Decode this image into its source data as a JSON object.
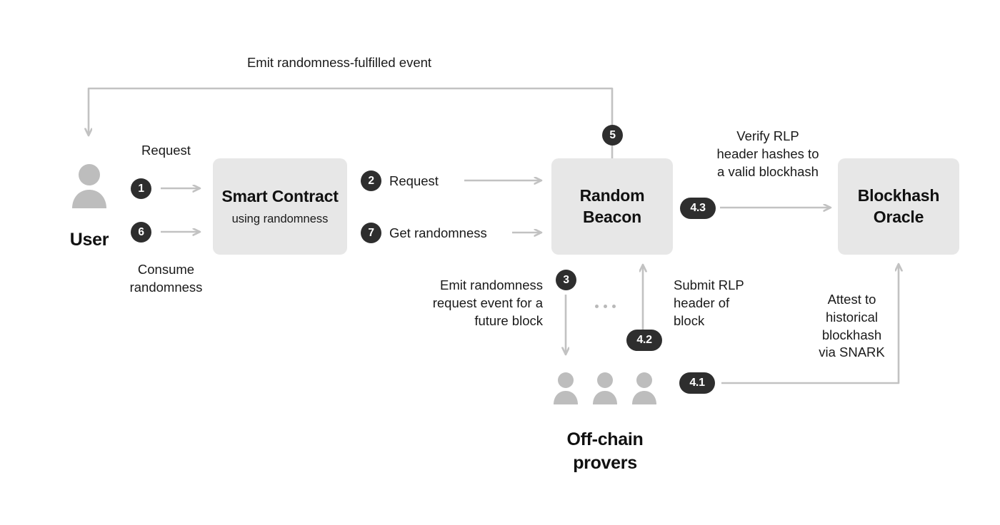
{
  "diagram": {
    "title_text": "Emit randomness-fulfilled event",
    "background_color": "#ffffff",
    "box_fill_color": "#e7e7e7",
    "badge_color": "#2e2e2e",
    "arrow_color": "#c2c2c2",
    "person_color": "#bdbdbd"
  },
  "nodes": {
    "user": {
      "label": "User",
      "icon": "person-icon"
    },
    "smart_contract": {
      "title": "Smart\nContract",
      "subtitle": "using randomness"
    },
    "random_beacon": {
      "title": "Random\nBeacon"
    },
    "blockhash_oracle": {
      "title": "Blockhash\nOracle"
    },
    "off_chain_provers": {
      "label": "Off-chain\nprovers",
      "icon": "people-group-icon"
    }
  },
  "steps": [
    {
      "id": "1",
      "badge": "1",
      "label": "Request",
      "shape": "round"
    },
    {
      "id": "2",
      "badge": "2",
      "label": "Request",
      "shape": "round"
    },
    {
      "id": "3",
      "badge": "3",
      "label": "Emit randomness\nrequest event for a\nfuture block",
      "shape": "round"
    },
    {
      "id": "4.1",
      "badge": "4.1",
      "label": "Attest to\nhistorical\nblockhash\nvia SNARK",
      "shape": "pill"
    },
    {
      "id": "4.2",
      "badge": "4.2",
      "label": "Submit RLP\nheader of\nblock",
      "shape": "pill"
    },
    {
      "id": "4.3",
      "badge": "4.3",
      "label": "Verify RLP\nheader hashes to\na valid blockhash",
      "shape": "pill"
    },
    {
      "id": "5",
      "badge": "5",
      "label": "Emit randomness-fulfilled event",
      "shape": "round"
    },
    {
      "id": "6",
      "badge": "6",
      "label": "Consume\nrandomness",
      "shape": "round"
    },
    {
      "id": "7",
      "badge": "7",
      "label": "Get randomness",
      "shape": "round"
    }
  ],
  "captions": {
    "emit_fulfilled": "Emit randomness-fulfilled event",
    "request_top": "Request",
    "consume_randomness": "Consume\nrandomness",
    "request_2": "Request",
    "get_randomness": "Get randomness",
    "emit_request_event": "Emit randomness\nrequest event for a\nfuture block",
    "submit_rlp": "Submit RLP\nheader of\nblock",
    "verify_rlp": "Verify RLP\nheader hashes to\na valid blockhash",
    "attest_snark": "Attest to\nhistorical\nblockhash\nvia SNARK"
  }
}
